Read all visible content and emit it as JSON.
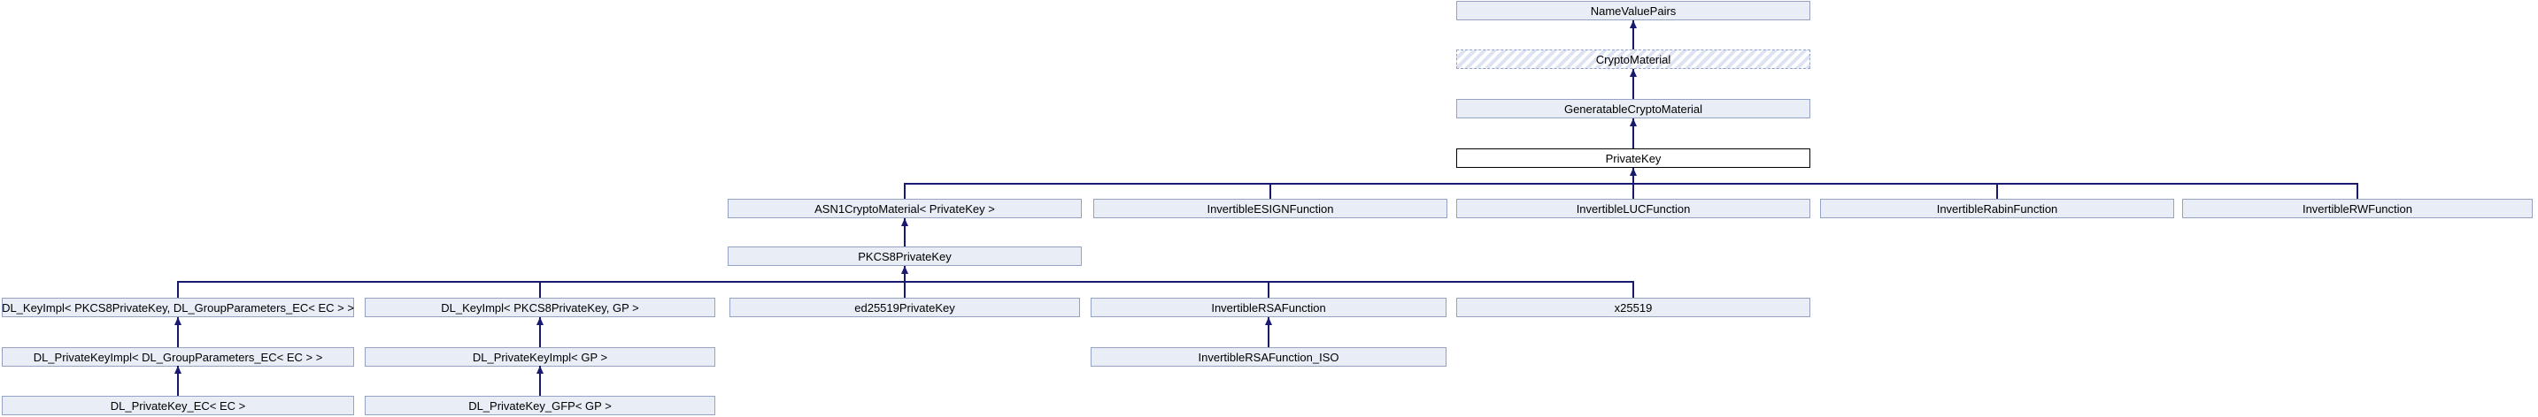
{
  "diagram": {
    "type": "class-inheritance-graph",
    "colors": {
      "node_fill": "#E8EDF6",
      "node_border": "#93A2C6",
      "edge": "#191970",
      "current_node_border": "#000000",
      "current_node_fill": "#FFFFFF",
      "undocumented_hatch": "#DDE3F2",
      "background": "#FFFFFF",
      "text": "#000000"
    },
    "nodes": {
      "name_value_pairs": {
        "label": "NameValuePairs",
        "style": "documented"
      },
      "crypto_material": {
        "label": "CryptoMaterial",
        "style": "undocumented-hatched"
      },
      "generatable_crypto_material": {
        "label": "GeneratableCryptoMaterial",
        "style": "documented"
      },
      "private_key": {
        "label": "PrivateKey",
        "style": "current-class"
      },
      "asn1_crypto_material_private_key": {
        "label": "ASN1CryptoMaterial< PrivateKey >",
        "style": "documented"
      },
      "invertible_esign_function": {
        "label": "InvertibleESIGNFunction",
        "style": "documented"
      },
      "invertible_luc_function": {
        "label": "InvertibleLUCFunction",
        "style": "documented"
      },
      "invertible_rabin_function": {
        "label": "InvertibleRabinFunction",
        "style": "documented"
      },
      "invertible_rw_function": {
        "label": "InvertibleRWFunction",
        "style": "documented"
      },
      "pkcs8_private_key": {
        "label": "PKCS8PrivateKey",
        "style": "documented"
      },
      "dl_keyimpl_ec": {
        "label": "DL_KeyImpl< PKCS8PrivateKey, DL_GroupParameters_EC< EC > >",
        "style": "documented"
      },
      "dl_keyimpl_gp": {
        "label": "DL_KeyImpl< PKCS8PrivateKey, GP >",
        "style": "documented"
      },
      "ed25519_private_key": {
        "label": "ed25519PrivateKey",
        "style": "documented"
      },
      "invertible_rsa_function": {
        "label": "InvertibleRSAFunction",
        "style": "documented"
      },
      "x25519": {
        "label": "x25519",
        "style": "documented"
      },
      "dl_privatekeyimpl_ec": {
        "label": "DL_PrivateKeyImpl< DL_GroupParameters_EC< EC > >",
        "style": "documented"
      },
      "dl_privatekeyimpl_gp": {
        "label": "DL_PrivateKeyImpl< GP >",
        "style": "documented"
      },
      "invertible_rsa_function_iso": {
        "label": "InvertibleRSAFunction_ISO",
        "style": "documented"
      },
      "dl_privatekey_ec": {
        "label": "DL_PrivateKey_EC< EC >",
        "style": "documented"
      },
      "dl_privatekey_gfp": {
        "label": "DL_PrivateKey_GFP< GP >",
        "style": "documented"
      }
    },
    "edges": [
      {
        "from": "CryptoMaterial",
        "to": "NameValuePairs"
      },
      {
        "from": "GeneratableCryptoMaterial",
        "to": "CryptoMaterial"
      },
      {
        "from": "PrivateKey",
        "to": "GeneratableCryptoMaterial"
      },
      {
        "from": "ASN1CryptoMaterial< PrivateKey >",
        "to": "PrivateKey"
      },
      {
        "from": "InvertibleESIGNFunction",
        "to": "PrivateKey"
      },
      {
        "from": "InvertibleLUCFunction",
        "to": "PrivateKey"
      },
      {
        "from": "InvertibleRabinFunction",
        "to": "PrivateKey"
      },
      {
        "from": "InvertibleRWFunction",
        "to": "PrivateKey"
      },
      {
        "from": "PKCS8PrivateKey",
        "to": "ASN1CryptoMaterial< PrivateKey >"
      },
      {
        "from": "DL_KeyImpl< PKCS8PrivateKey, DL_GroupParameters_EC< EC > >",
        "to": "PKCS8PrivateKey"
      },
      {
        "from": "DL_KeyImpl< PKCS8PrivateKey, GP >",
        "to": "PKCS8PrivateKey"
      },
      {
        "from": "ed25519PrivateKey",
        "to": "PKCS8PrivateKey"
      },
      {
        "from": "InvertibleRSAFunction",
        "to": "PKCS8PrivateKey"
      },
      {
        "from": "x25519",
        "to": "PKCS8PrivateKey"
      },
      {
        "from": "DL_PrivateKeyImpl< DL_GroupParameters_EC< EC > >",
        "to": "DL_KeyImpl< PKCS8PrivateKey, DL_GroupParameters_EC< EC > >"
      },
      {
        "from": "DL_PrivateKeyImpl< GP >",
        "to": "DL_KeyImpl< PKCS8PrivateKey, GP >"
      },
      {
        "from": "InvertibleRSAFunction_ISO",
        "to": "InvertibleRSAFunction"
      },
      {
        "from": "DL_PrivateKey_EC< EC >",
        "to": "DL_PrivateKeyImpl< DL_GroupParameters_EC< EC > >"
      },
      {
        "from": "DL_PrivateKey_GFP< GP >",
        "to": "DL_PrivateKeyImpl< GP >"
      }
    ]
  }
}
